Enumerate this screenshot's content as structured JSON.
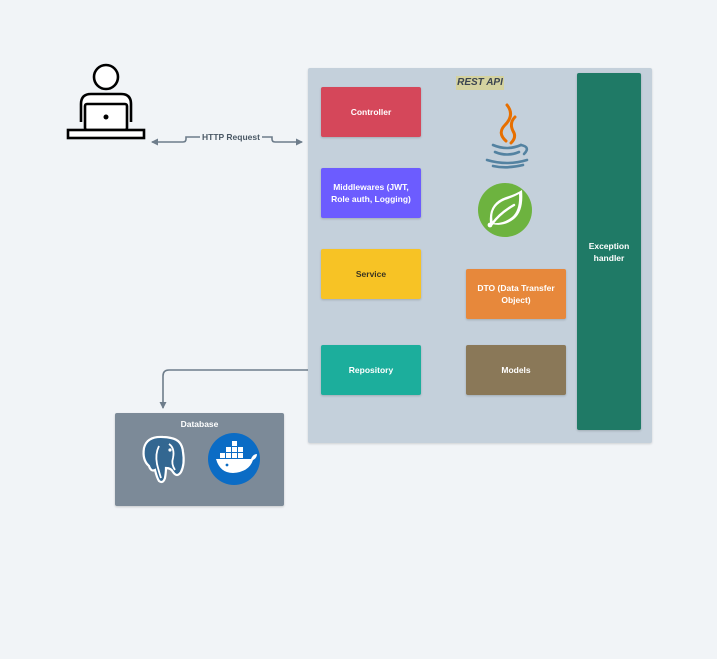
{
  "diagram": {
    "panel_title": "REST API",
    "edge_label": "HTTP Request",
    "boxes": {
      "controller": {
        "label": "Controller",
        "color": "#d5475a"
      },
      "middlewares": {
        "label": "Middlewares (JWT, Role auth, Logging)",
        "color": "#6c5cff"
      },
      "service": {
        "label": "Service",
        "color": "#f7c325"
      },
      "repository": {
        "label": "Repository",
        "color": "#1cae9c"
      },
      "dto": {
        "label": "DTO (Data Transfer Object)",
        "color": "#e7883b"
      },
      "models": {
        "label": "Models",
        "color": "#8a7858"
      },
      "exception_handler": {
        "label": "Exception handler",
        "color": "#1f7a66"
      }
    },
    "database": {
      "title": "Database"
    },
    "icons": [
      "user-at-laptop-icon",
      "java-icon",
      "spring-icon",
      "postgresql-icon",
      "docker-icon"
    ]
  }
}
